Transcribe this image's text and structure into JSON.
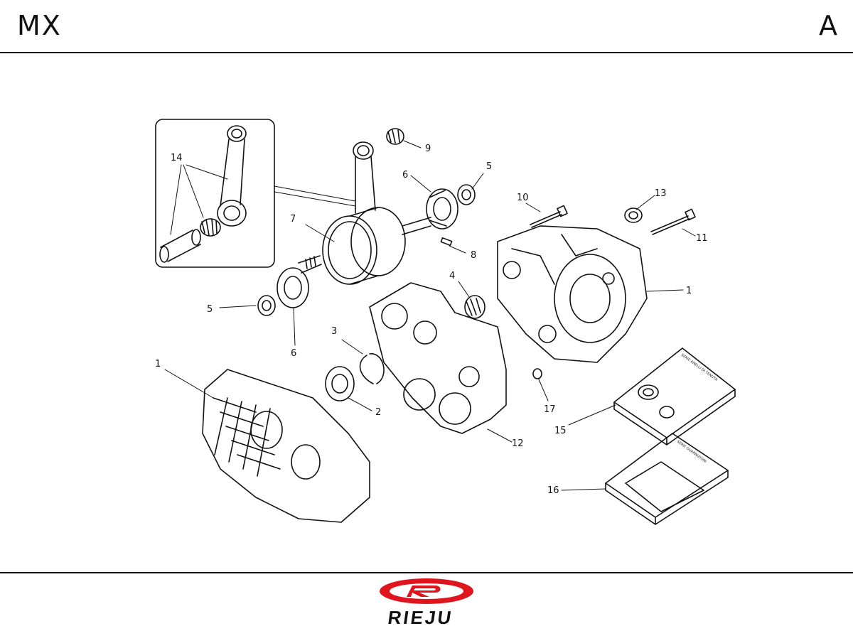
{
  "header": {
    "model": "MX",
    "section": "A"
  },
  "callouts": {
    "c1a": "1",
    "c1b": "1",
    "c2": "2",
    "c3": "3",
    "c4": "4",
    "c5a": "5",
    "c5b": "5",
    "c6a": "6",
    "c6b": "6",
    "c7": "7",
    "c8": "8",
    "c9": "9",
    "c10": "10",
    "c11": "11",
    "c12": "12",
    "c13": "13",
    "c14": "14",
    "c15": "15",
    "c16": "16",
    "c17": "17"
  },
  "sheets": {
    "seals_title": "SERIE ANELLI DI TENUTA",
    "gaskets_title": "SERIE GUARNIZIONI"
  },
  "logo": {
    "wordmark": "RIEJU",
    "brand_color": "#e0141e"
  }
}
